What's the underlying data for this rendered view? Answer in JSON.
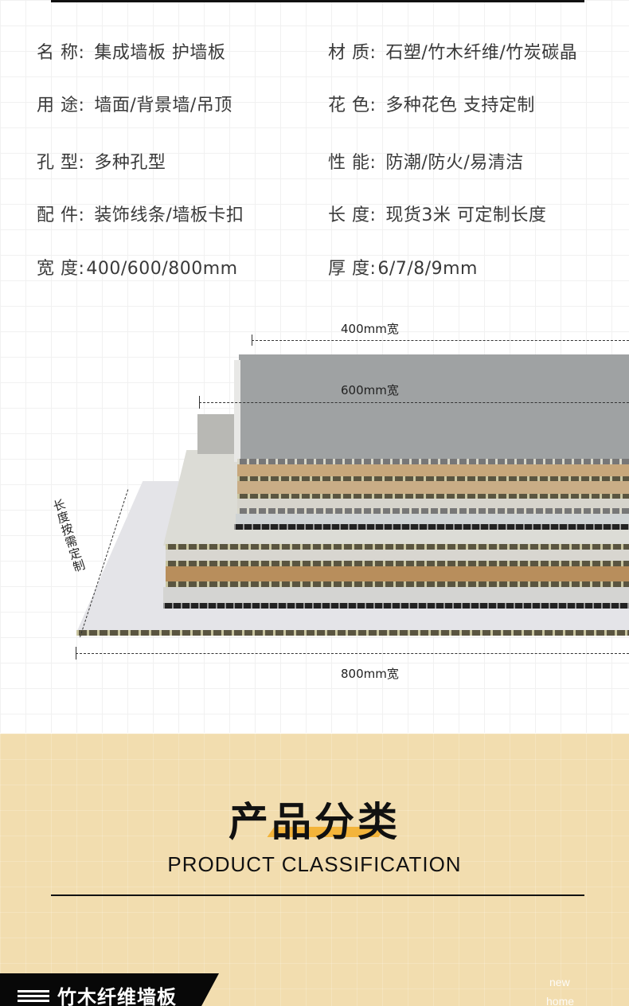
{
  "specs": [
    {
      "label": "名 称:",
      "value": "集成墙板 护墙板"
    },
    {
      "label": "材 质:",
      "value": "石塑/竹木纤维/竹炭碳晶"
    },
    {
      "label": "用 途:",
      "value": "墙面/背景墙/吊顶"
    },
    {
      "label": "花 色:",
      "value": "多种花色 支持定制"
    },
    {
      "label": "孔 型:",
      "value": "多种孔型"
    },
    {
      "label": "性 能:",
      "value": "防潮/防火/易清洁"
    },
    {
      "label": "配 件:",
      "value": "装饰线条/墙板卡扣"
    },
    {
      "label": "长 度:",
      "value": "现货3米 可定制长度"
    },
    {
      "label": "宽 度:",
      "value": "400/600/800mm"
    },
    {
      "label": "厚 度:",
      "value": "6/7/8/9mm"
    }
  ],
  "figure": {
    "width_400": "400mm宽",
    "width_600": "600mm宽",
    "width_800": "800mm宽",
    "length_note": "长度按需定制"
  },
  "section": {
    "title": "产品分类",
    "subtitle": "PRODUCT CLASSIFICATION",
    "accent_color": "#f3b43a",
    "background_color": "#f2ddaf"
  },
  "category": {
    "label": "竹木纤维墙板"
  },
  "watermark": {
    "line1": "new",
    "line2": "home"
  }
}
